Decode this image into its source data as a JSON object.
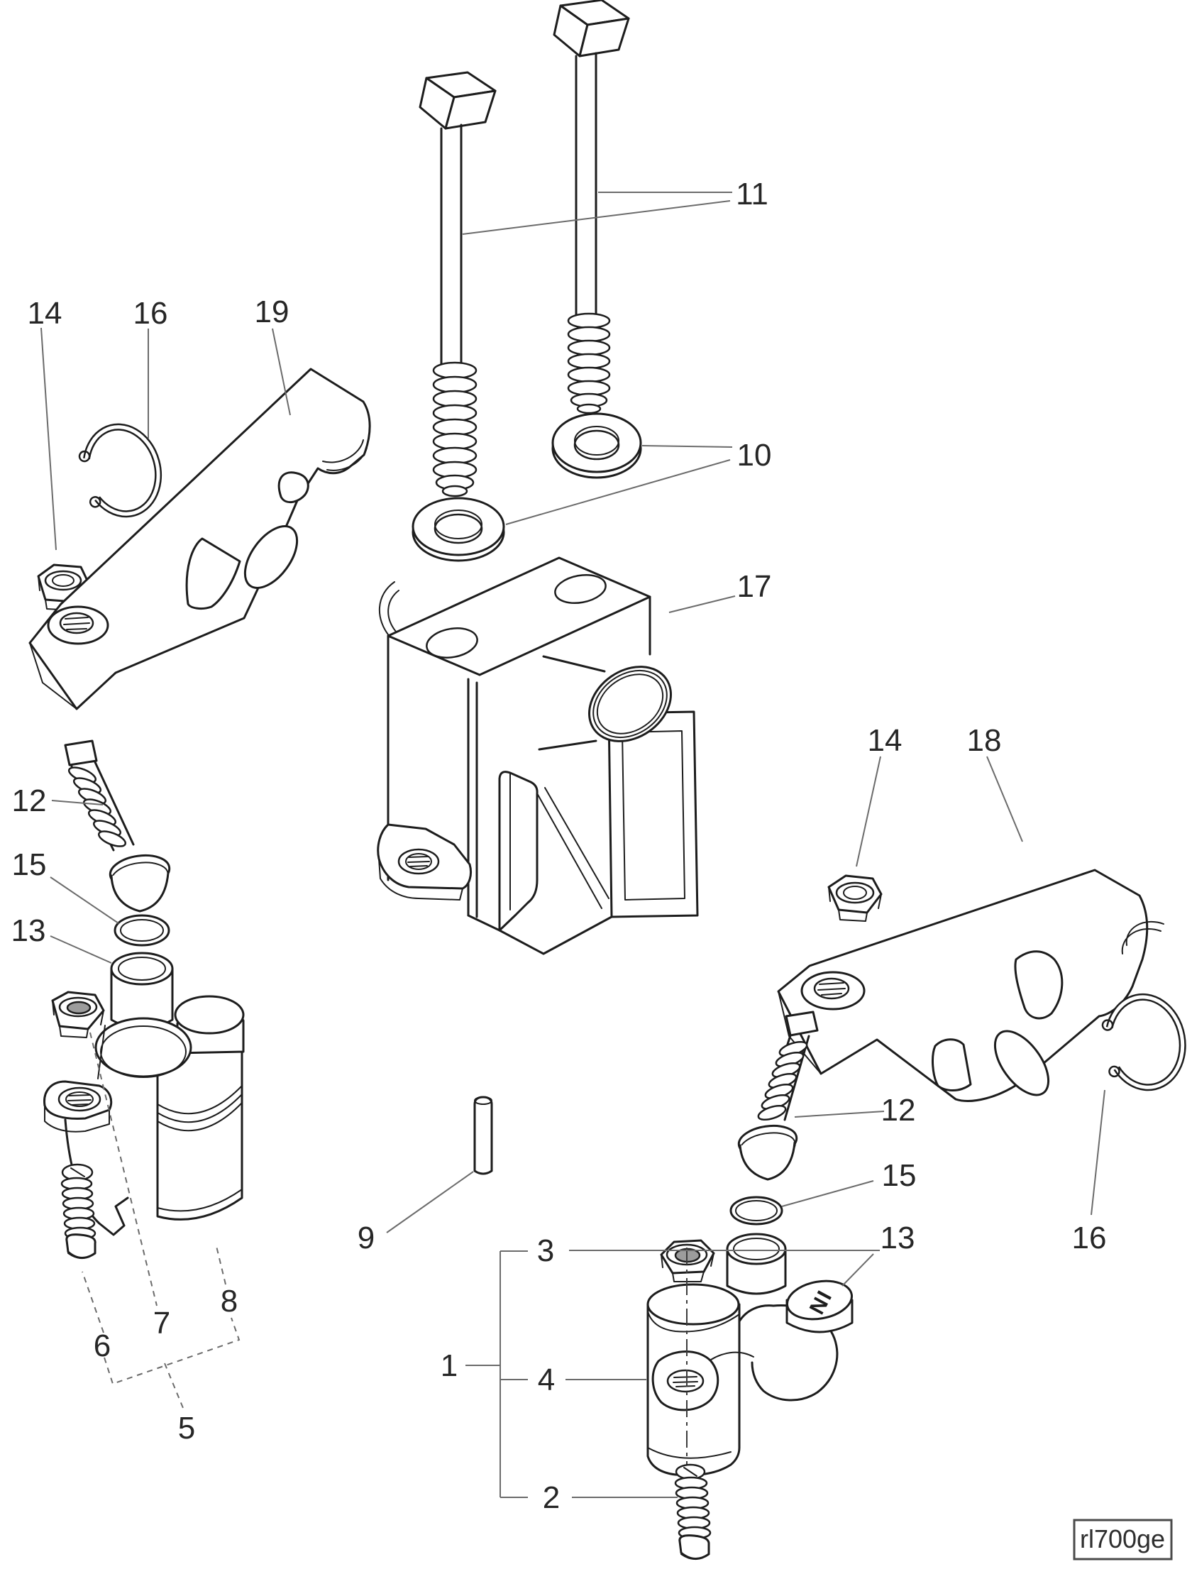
{
  "diagram": {
    "type": "exploded-parts-diagram",
    "subject": "rocker-arm-and-tappet-assembly",
    "title_code": "rl700ge",
    "in_marking": "IN",
    "colors": {
      "background": "#ffffff",
      "line": "#1d1d1d",
      "leader": "#6b6b6b",
      "nut_fill": "#9c9c9c",
      "text": "#262626",
      "code_border": "#4a4a4a"
    },
    "callouts": [
      {
        "label": "14",
        "part": "lock-nut",
        "position": "top-left"
      },
      {
        "label": "16",
        "part": "circlip",
        "position": "top-left"
      },
      {
        "label": "19",
        "part": "rocker-arm-left",
        "position": "top-left"
      },
      {
        "label": "11",
        "part": "hex-bolts",
        "position": "top-center"
      },
      {
        "label": "10",
        "part": "washers",
        "position": "top-center"
      },
      {
        "label": "17",
        "part": "rocker-bracket",
        "position": "center"
      },
      {
        "label": "14",
        "part": "lock-nut",
        "position": "center-right"
      },
      {
        "label": "18",
        "part": "rocker-arm-right",
        "position": "center-right"
      },
      {
        "label": "12",
        "part": "adjusting-screw",
        "position": "center-left"
      },
      {
        "label": "15",
        "part": "o-ring",
        "position": "center-left"
      },
      {
        "label": "13",
        "part": "bushing",
        "position": "center-left"
      },
      {
        "label": "9",
        "part": "dowel-pin",
        "position": "center"
      },
      {
        "label": "3",
        "part": "nut",
        "position": "bottom-center"
      },
      {
        "label": "1",
        "part": "tappet-assembly",
        "position": "bottom-center"
      },
      {
        "label": "4",
        "part": "tappet-body",
        "position": "bottom-center"
      },
      {
        "label": "2",
        "part": "screw",
        "position": "bottom-center"
      },
      {
        "label": "6",
        "part": "screw",
        "position": "bottom-left"
      },
      {
        "label": "7",
        "part": "nut",
        "position": "bottom-left"
      },
      {
        "label": "8",
        "part": "tappet-cylinder",
        "position": "bottom-left"
      },
      {
        "label": "5",
        "part": "tappet-assembly",
        "position": "bottom-left"
      },
      {
        "label": "12",
        "part": "adjusting-screw",
        "position": "bottom-right"
      },
      {
        "label": "15",
        "part": "o-ring",
        "position": "bottom-right"
      },
      {
        "label": "13",
        "part": "bushing-marked-in",
        "position": "bottom-right"
      },
      {
        "label": "16",
        "part": "circlip",
        "position": "bottom-right"
      }
    ]
  }
}
